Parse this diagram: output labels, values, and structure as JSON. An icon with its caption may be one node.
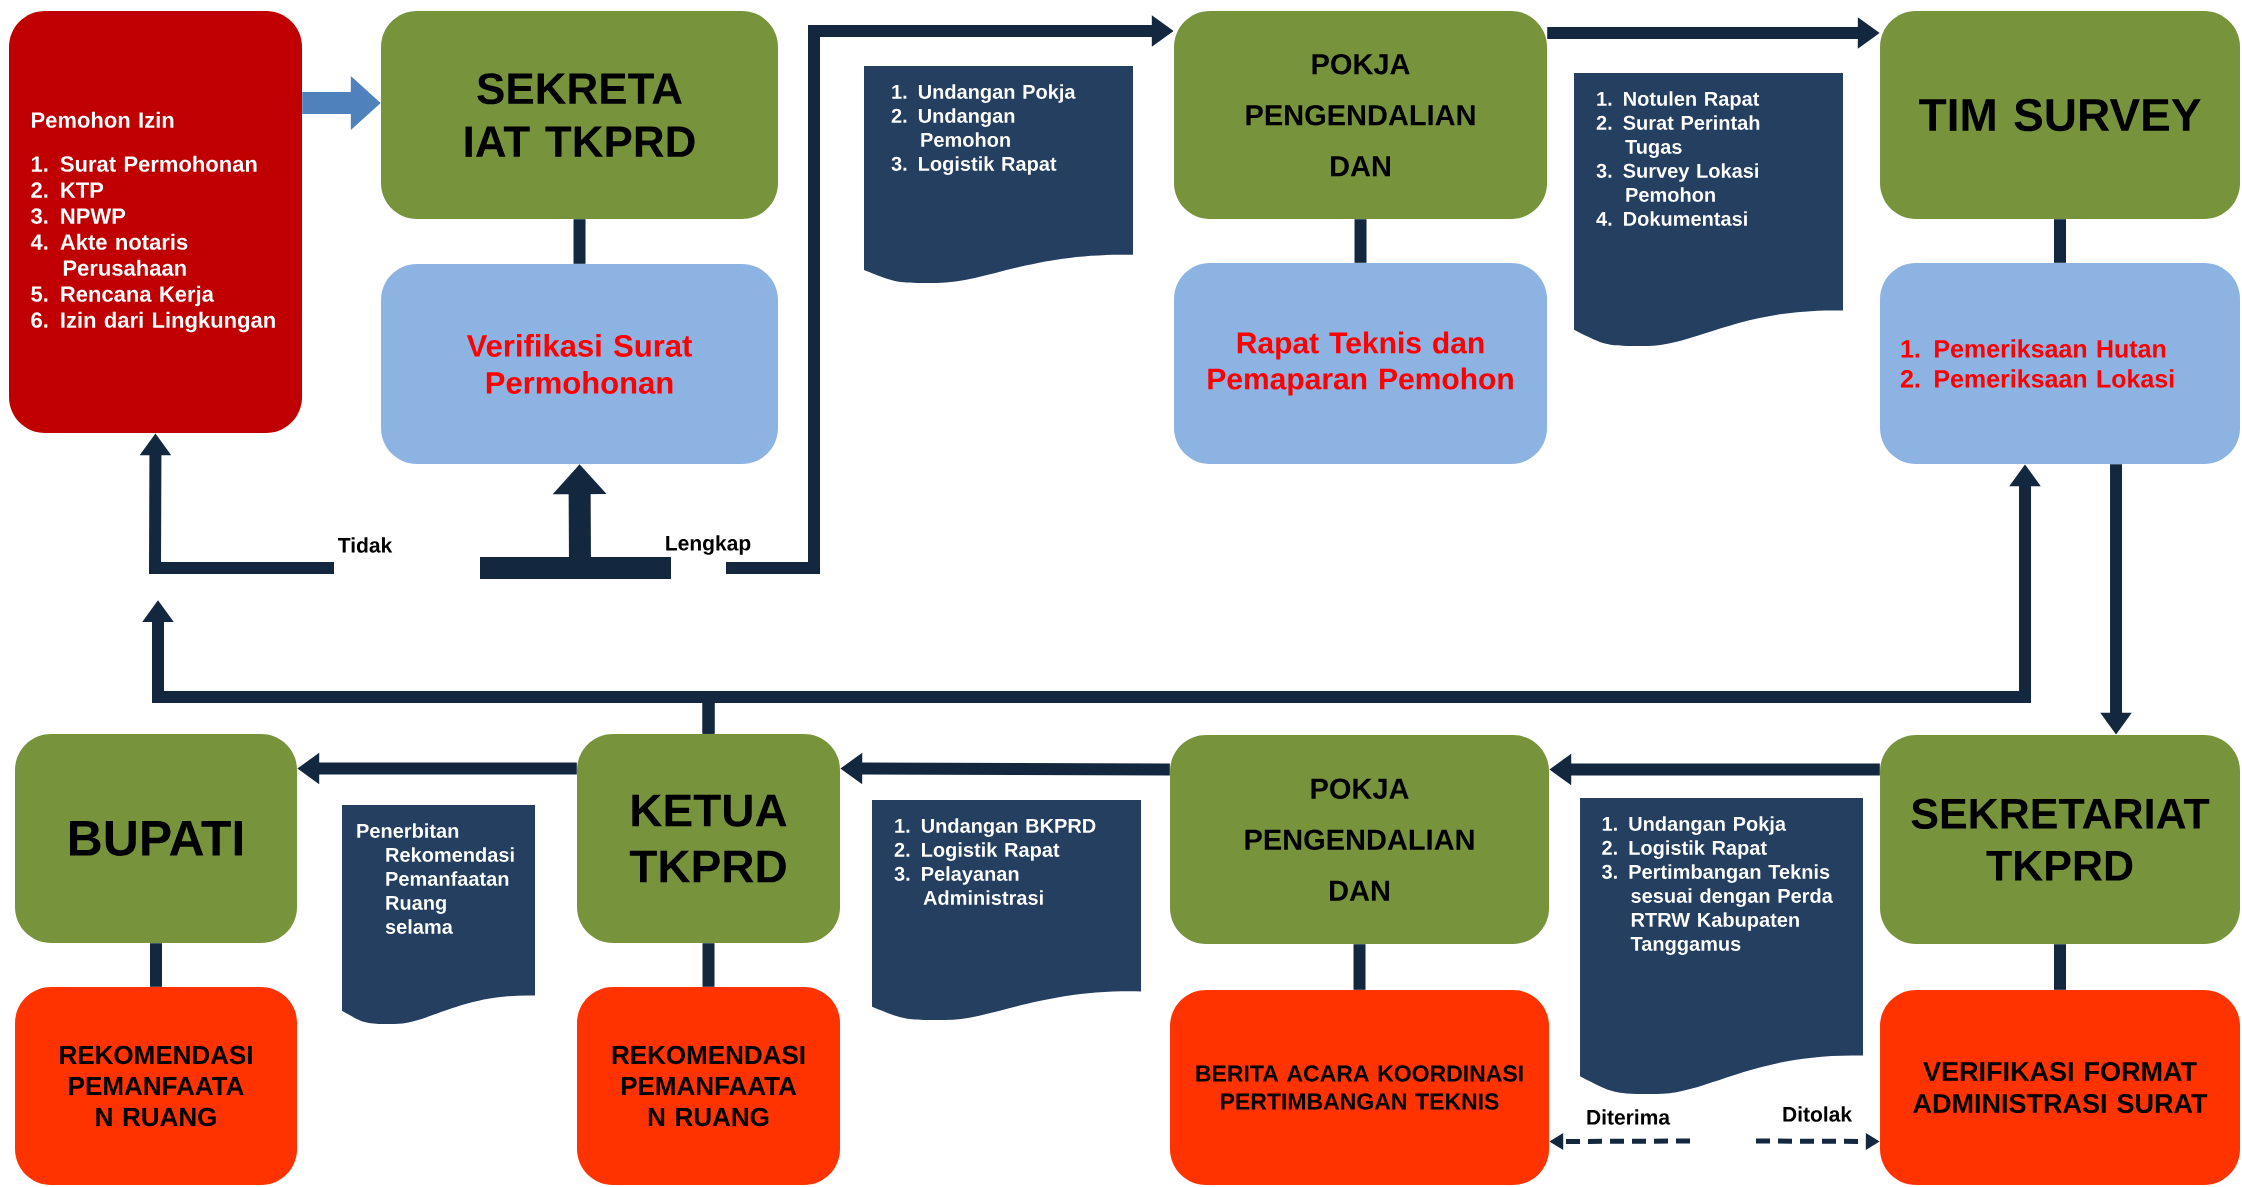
{
  "diagram": {
    "nodes": [
      {
        "text": [
          "Pemohon Izin",
          "1. Surat Permohonan",
          "2. KTP",
          "3. NPWP",
          "4. Akte notaris Perusahaan",
          "5. Rencana Kerja",
          "6. Izin dari Lingkungan"
        ]
      },
      {
        "text": [
          "SEKRETA IAT TKPRD"
        ]
      },
      {
        "text": [
          "Verifikasi Surat Permohonan"
        ]
      },
      {
        "text": [
          "1. Undangan Pokja",
          "2. Undangan Pemohon",
          "3. Logistik Rapat"
        ]
      },
      {
        "text": [
          "POKJA",
          "PENGENDALIAN",
          "DAN"
        ]
      },
      {
        "text": [
          "Rapat Teknis dan Pemaparan Pemohon"
        ]
      },
      {
        "text": [
          "1. Notulen Rapat",
          "2. Surat Perintah Tugas",
          "3. Survey Lokasi Pemohon",
          "4. Dokumentasi"
        ]
      },
      {
        "text": [
          "TIM SURVEY"
        ]
      },
      {
        "text": [
          "1. Pemeriksaan Hutan",
          "2. Pemeriksaan Lokasi"
        ]
      },
      {
        "text": [
          "BUPATI"
        ]
      },
      {
        "text": [
          "REKOMENDASI PEMANFAATA N RUANG"
        ]
      },
      {
        "text": [
          "Penerbitan Rekomendasi Pemanfaatan Ruang selama"
        ]
      },
      {
        "text": [
          "KETUA TKPRD"
        ]
      },
      {
        "text": [
          "REKOMENDASI PEMANFAATA N RUANG"
        ]
      },
      {
        "text": [
          "1. Undangan BKPRD",
          "2. Logistik Rapat",
          "3. Pelayanan Administrasi"
        ]
      },
      {
        "text": [
          "POKJA",
          "PENGENDALIAN",
          "DAN"
        ]
      },
      {
        "text": [
          "BERITA ACARA KOORDINASI PERTIMBANGAN TEKNIS"
        ]
      },
      {
        "text": [
          "1. Undangan Pokja",
          "2. Logistik Rapat",
          "3. Pertimbangan Teknis sesuai dengan Perda RTRW Kabupaten Tanggamus"
        ]
      },
      {
        "text": [
          "SEKRETARIAT TKPRD"
        ]
      },
      {
        "text": [
          "VERIFIKASI FORMAT ADMINISTRASI SURAT"
        ]
      }
    ],
    "edges": [
      {
        "from": 0,
        "to": 1,
        "arrow": "to",
        "style": "thick",
        "color": "#4f81bd"
      },
      {
        "from": 1,
        "to": 2,
        "arrow": "none"
      },
      {
        "from": null,
        "to": 2,
        "arrow": "to",
        "style": "thick"
      },
      {
        "from": null,
        "to": 0,
        "arrow": "to",
        "label": "Tidak"
      },
      {
        "from": null,
        "to": 4,
        "arrow": "to",
        "label": "Lengkap"
      },
      {
        "from": 4,
        "to": 5,
        "arrow": "none"
      },
      {
        "from": 4,
        "to": 7,
        "arrow": "to"
      },
      {
        "from": 7,
        "to": 8,
        "arrow": "none"
      },
      {
        "from": 12,
        "to": 8,
        "arrow": "to"
      },
      {
        "from": 12,
        "to": null,
        "arrow": "to"
      },
      {
        "from": 8,
        "to": 18,
        "arrow": "to"
      },
      {
        "from": 18,
        "to": 19,
        "arrow": "none"
      },
      {
        "from": 18,
        "to": 15,
        "arrow": "to"
      },
      {
        "from": 15,
        "to": 16,
        "arrow": "none"
      },
      {
        "from": 15,
        "to": 12,
        "arrow": "to"
      },
      {
        "from": 12,
        "to": 13,
        "arrow": "none"
      },
      {
        "from": 12,
        "to": 9,
        "arrow": "to"
      },
      {
        "from": 9,
        "to": 10,
        "arrow": "none"
      },
      {
        "from": null,
        "to": 16,
        "arrow": "to",
        "style": "dashed",
        "label": "Diterima"
      },
      {
        "from": null,
        "to": 19,
        "arrow": "to",
        "style": "dashed",
        "label": "Ditolak"
      }
    ]
  }
}
